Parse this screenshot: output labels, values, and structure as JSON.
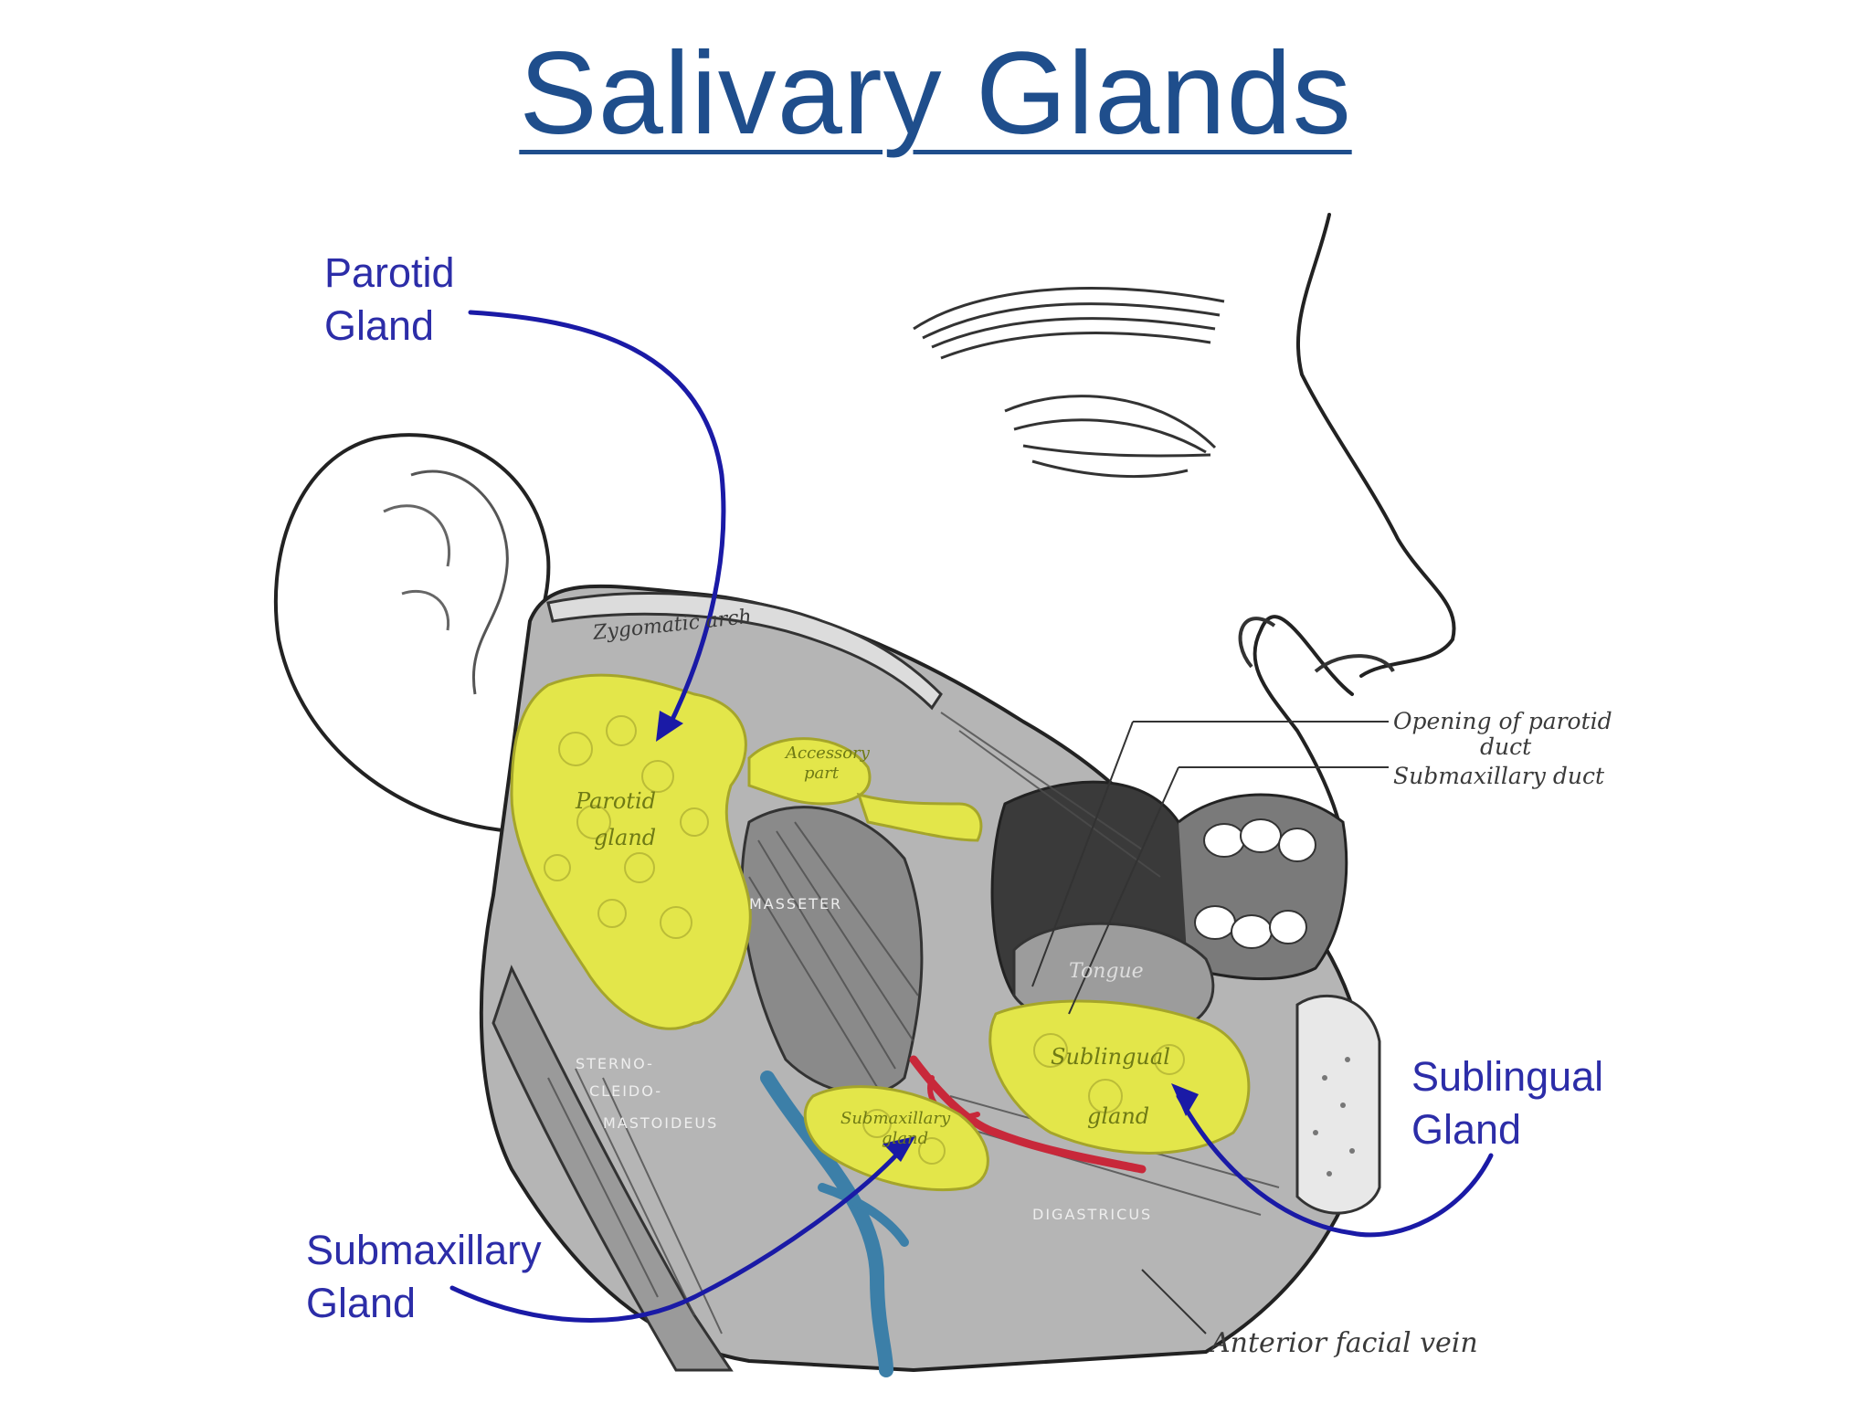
{
  "title": "Salivary Glands",
  "callouts": {
    "parotid": [
      "Parotid",
      "Gland"
    ],
    "sublingual": [
      "Sublingual",
      "Gland"
    ],
    "submaxillary": [
      "Submaxillary",
      "Gland"
    ]
  },
  "anatomy_labels": {
    "opening_parotid_duct": [
      "Opening of parotid",
      "duct"
    ],
    "submaxillary_duct": "Submaxillary duct",
    "anterior_facial_vein": "Anterior facial vein",
    "zygomatic_arch": "Zygomatic arch",
    "parotid_gland": [
      "Parotid",
      "gland"
    ],
    "accessory_part": [
      "Accessory",
      "part"
    ],
    "masseter": "MASSETER",
    "tongue": "Tongue",
    "sublingual_gland": [
      "Sublingual",
      "gland"
    ],
    "submaxillary_gland": [
      "Submaxillary",
      "gland"
    ],
    "sternocleidomastoideus": [
      "STERNO-",
      "CLEIDO-",
      "MASTOIDEUS"
    ],
    "digastricus": "DIGASTRICUS"
  },
  "colors": {
    "title": "#1f4e8c",
    "callout_text": "#2c2da8",
    "leader_line": "#1a1aa6",
    "gland": "#e3e64a",
    "vein": "#3c7fa8",
    "artery": "#c8283a",
    "muscle": "#6e6e6e"
  }
}
